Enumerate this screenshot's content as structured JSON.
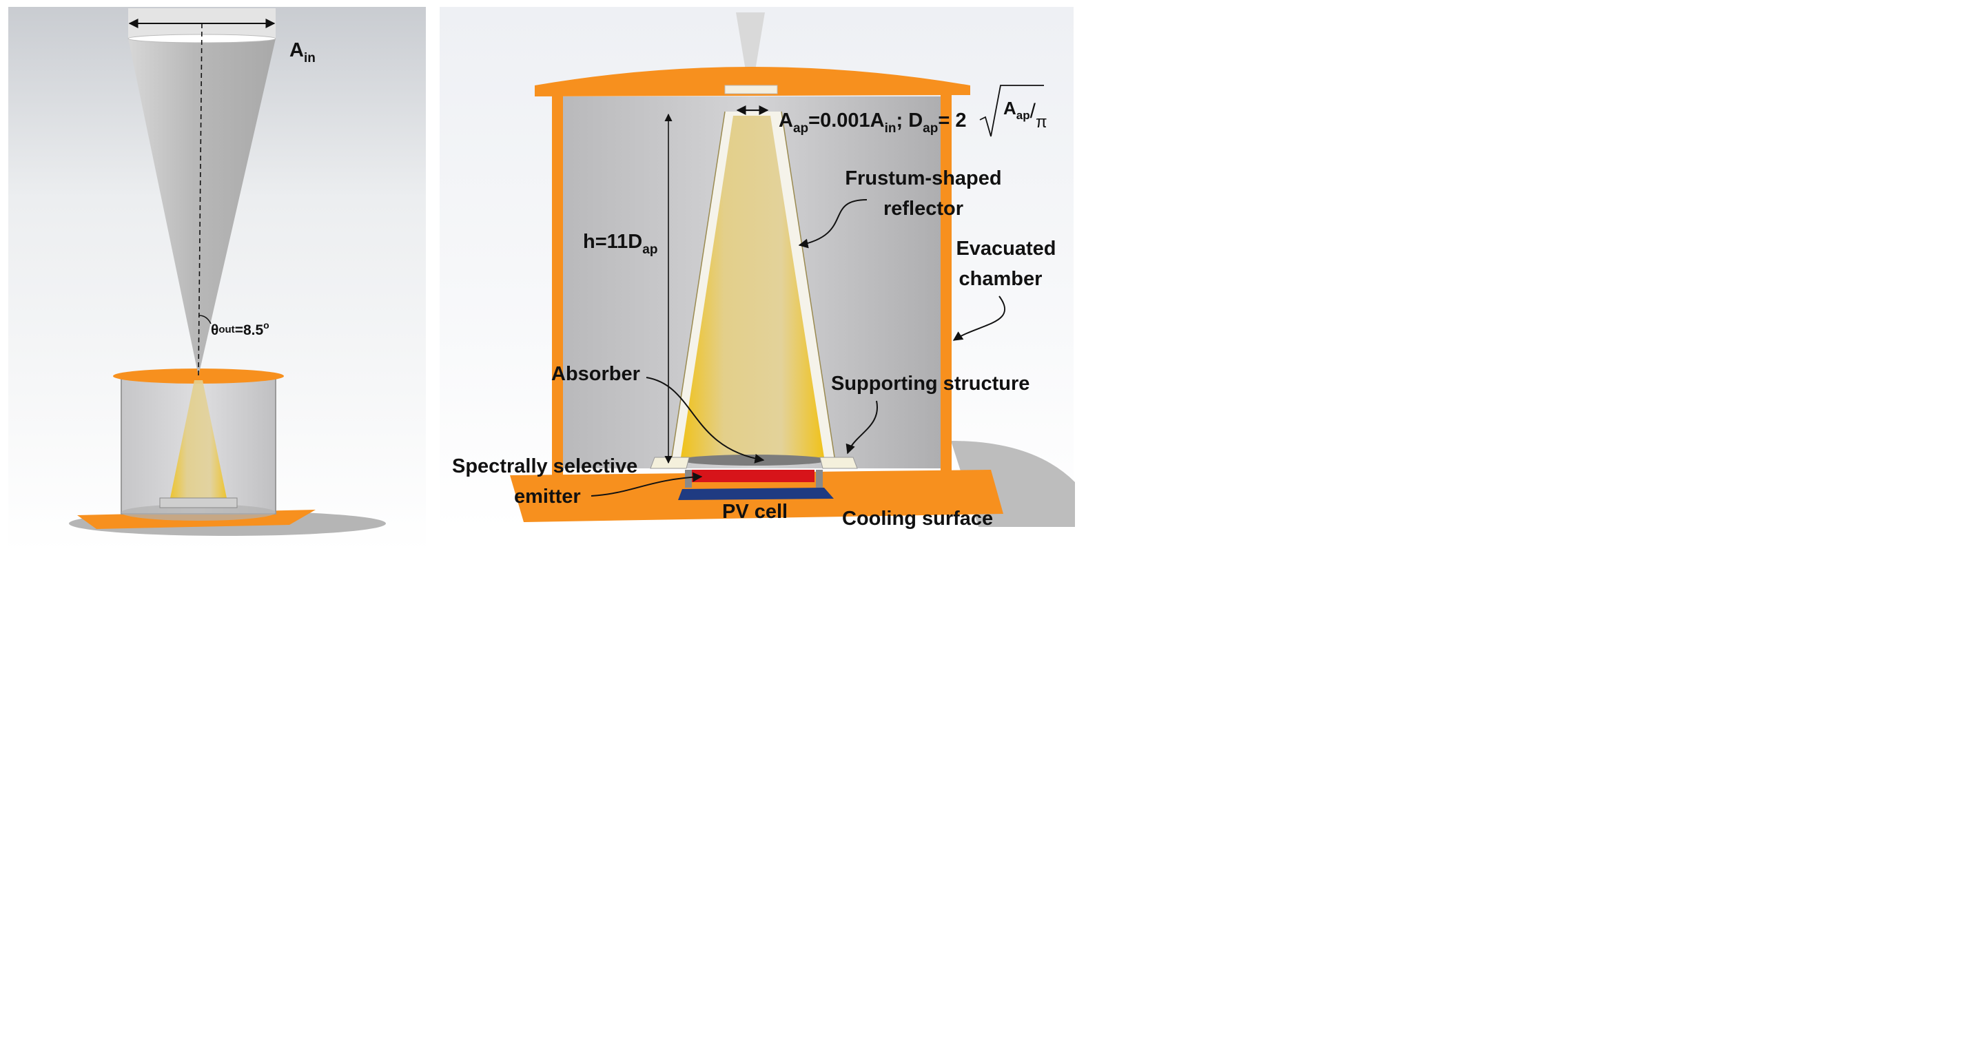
{
  "left_panel": {
    "a_in": {
      "main": "A",
      "sub": "in"
    },
    "theta": {
      "symbol": "θ",
      "sub": "out",
      "value": "=8.5",
      "sup": "o"
    }
  },
  "right_panel": {
    "aperture_formula": {
      "a_ap": "A",
      "ap1": "ap",
      "eq1": "=0.001A",
      "in": "in",
      "sep": "; D",
      "ap2": "ap",
      "eq2": "= 2",
      "frac_num": "A",
      "frac_num_sub": "ap",
      "frac_slash": "/",
      "frac_den": "π"
    },
    "height": {
      "main": "h=11D",
      "sub": "ap"
    },
    "labels": {
      "reflector_line1": "Frustum-shaped",
      "reflector_line2": "reflector",
      "chamber_line1": "Evacuated",
      "chamber_line2": "chamber",
      "absorber": "Absorber",
      "supporting_structure": "Supporting structure",
      "emitter_line1": "Spectrally selective",
      "emitter_line2": "emitter",
      "pv_cell": "PV cell",
      "cooling_surface": "Cooling surface"
    }
  },
  "colors": {
    "orange": "#f7901e",
    "cone_grey": "#c4c4c4",
    "yellow": "#e9c94a",
    "emitter_red": "#d7141a",
    "pv_blue": "#1f3b82"
  }
}
